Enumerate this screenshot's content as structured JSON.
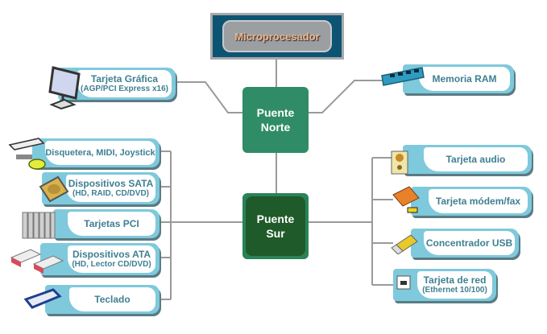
{
  "diagram": {
    "cpu": {
      "label": "Microprocesador"
    },
    "north_bridge": {
      "line1": "Puente",
      "line2": "Norte"
    },
    "south_bridge": {
      "line1": "Puente",
      "line2": "Sur"
    },
    "north_devices": [
      {
        "title": "Tarjeta Gráfica",
        "subtitle": "(AGP/PCI Express x16)",
        "icon": "monitor-icon"
      },
      {
        "title": "Memoria RAM",
        "subtitle": "",
        "icon": "ram-module-icon"
      }
    ],
    "south_left_devices": [
      {
        "title": "Disquetera, MIDI, Joystick",
        "subtitle": "",
        "icon": "keyboard-joystick-icon"
      },
      {
        "title": "Dispositivos SATA",
        "subtitle": "(HD, RAID, CD/DVD)",
        "icon": "hard-disk-icon"
      },
      {
        "title": "Tarjetas PCI",
        "subtitle": "",
        "icon": "pci-slots-icon"
      },
      {
        "title": "Dispositivos ATA",
        "subtitle": "(HD, Lector CD/DVD)",
        "icon": "optical-drive-icon"
      },
      {
        "title": "Teclado",
        "subtitle": "",
        "icon": "keyboard-icon"
      }
    ],
    "south_right_devices": [
      {
        "title": "Tarjeta audio",
        "subtitle": "",
        "icon": "speaker-icon"
      },
      {
        "title": "Tarjeta módem/fax",
        "subtitle": "",
        "icon": "modem-icon"
      },
      {
        "title": "Concentrador USB",
        "subtitle": "",
        "icon": "usb-drive-icon"
      },
      {
        "title": "Tarjeta de red",
        "subtitle": "(Ethernet 10/100)",
        "icon": "network-port-icon"
      }
    ],
    "colors": {
      "tag": "#7fc9dc",
      "text": "#3f7f93",
      "north": "#2f8c66",
      "south": "#1f5a2a",
      "cpu_frame": "#0d5473"
    }
  }
}
